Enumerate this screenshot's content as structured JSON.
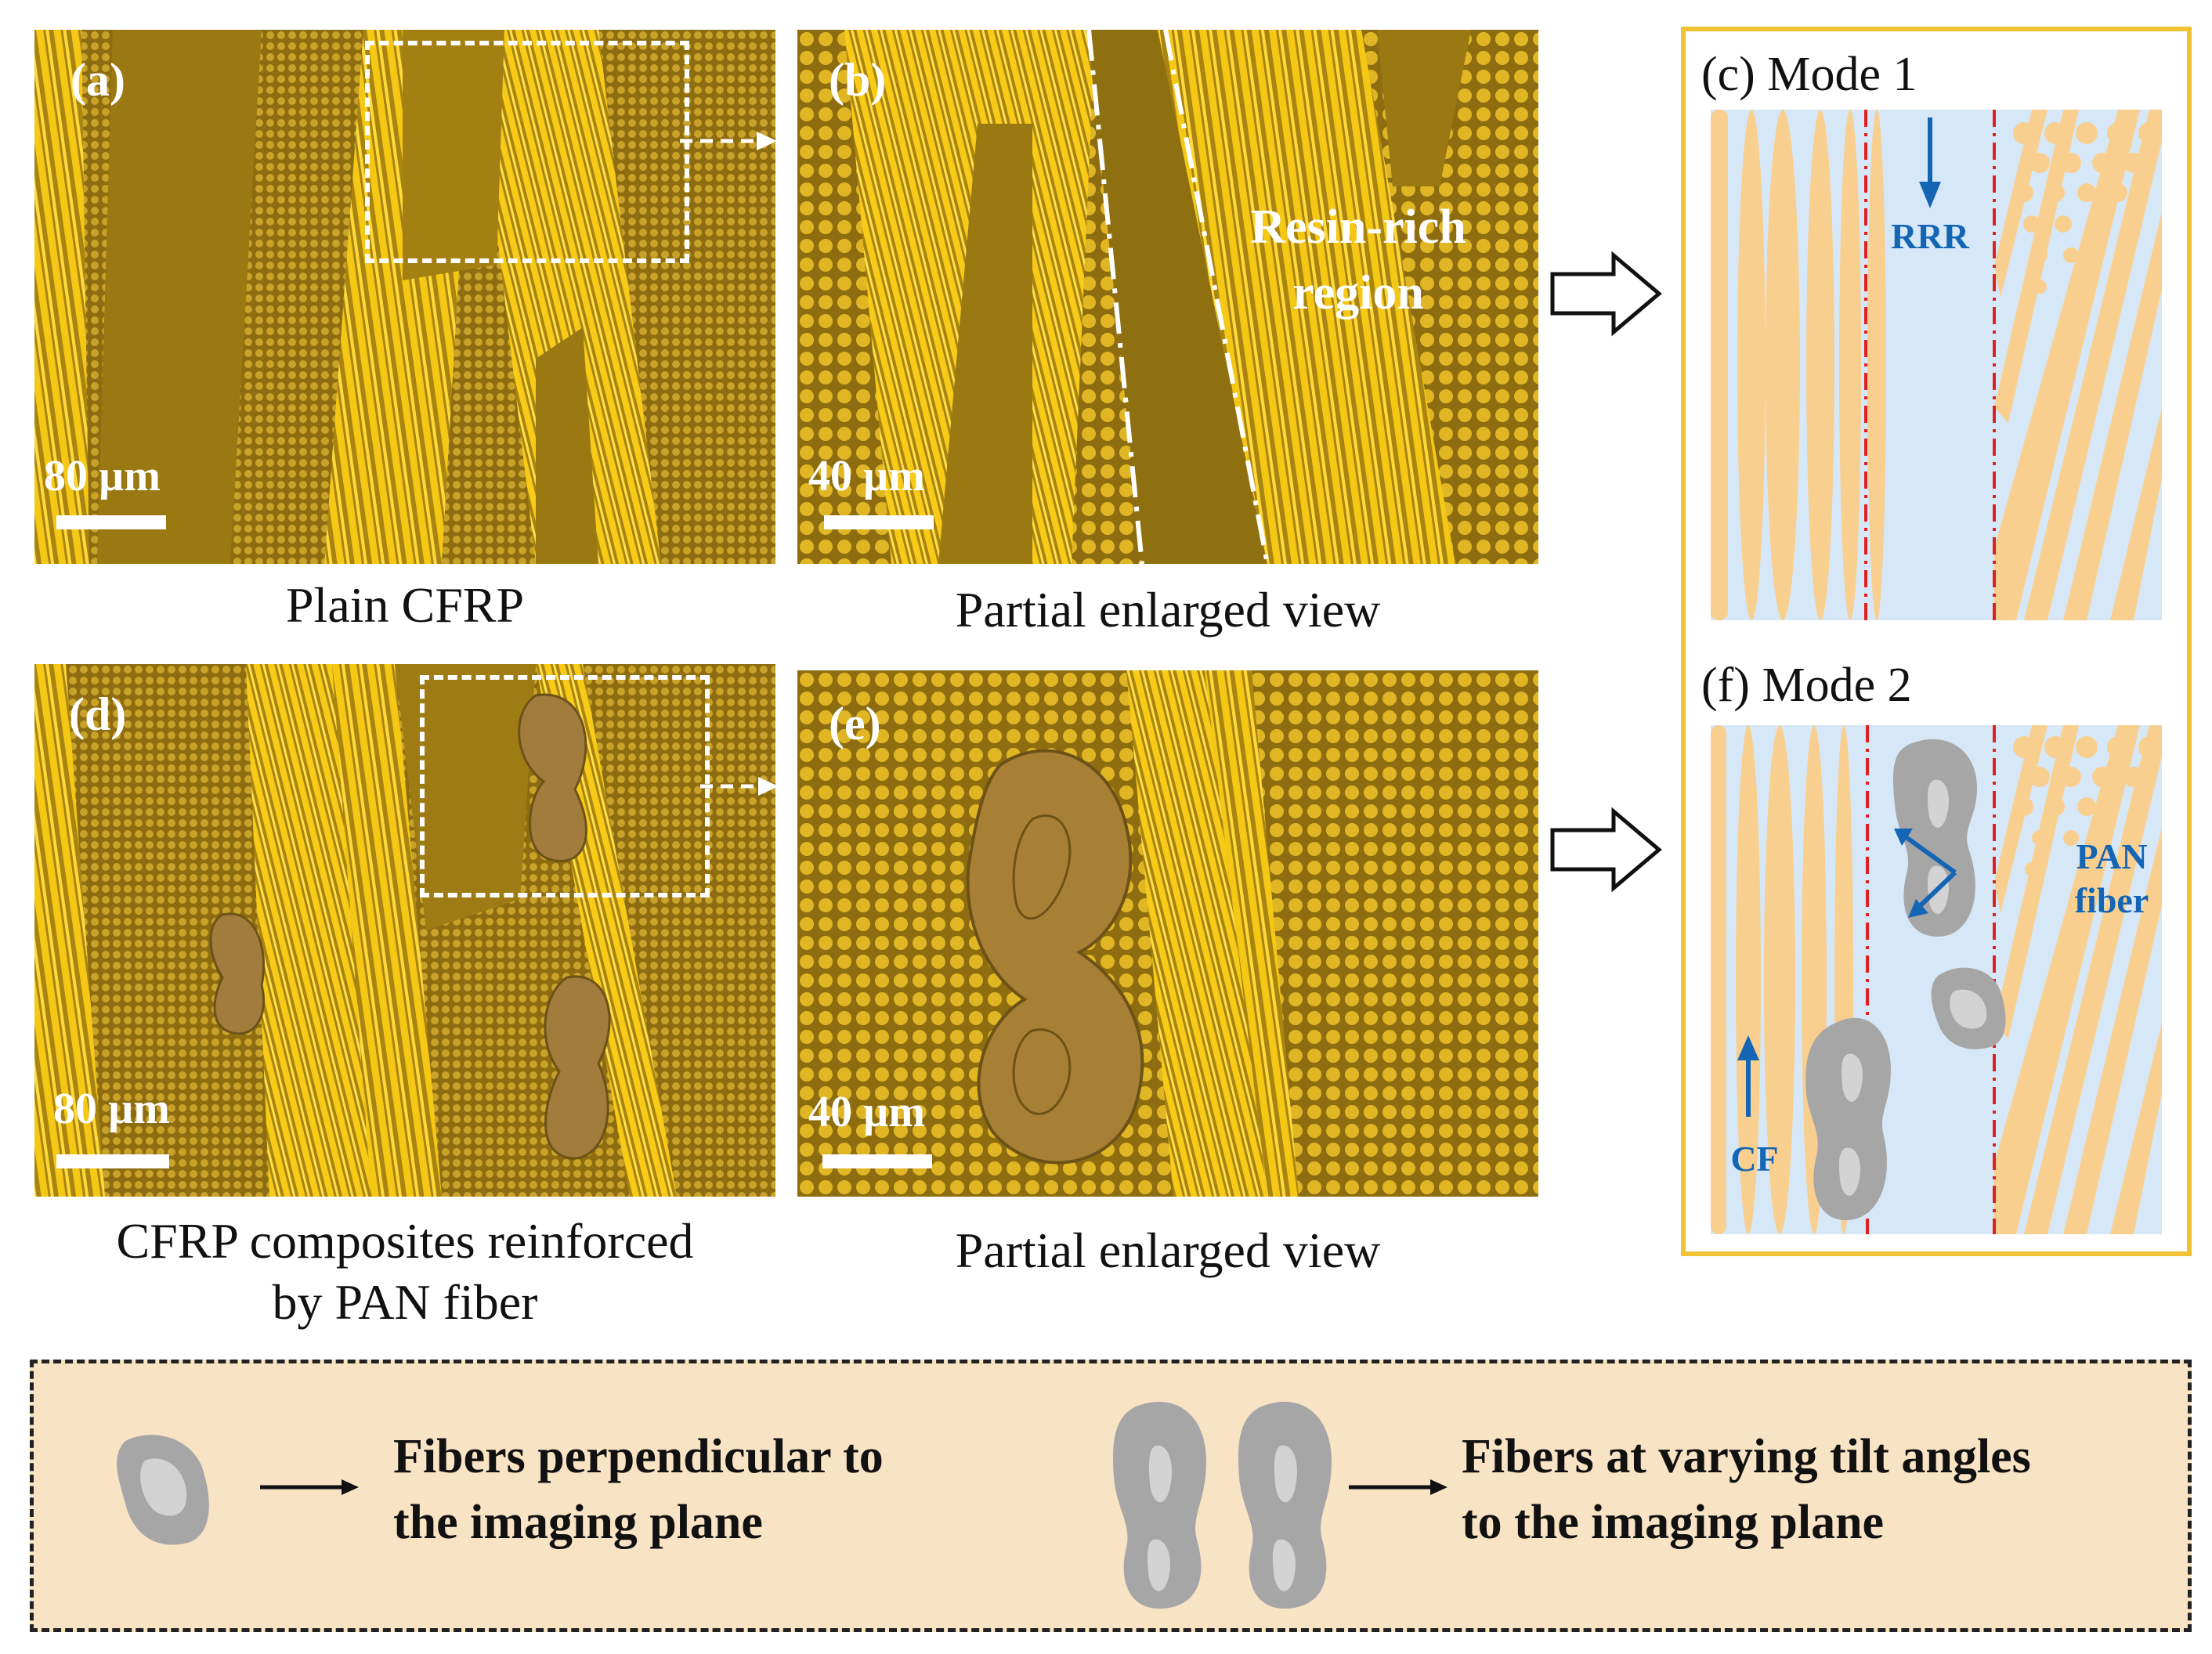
{
  "panels": {
    "a": {
      "tag": "(a)",
      "scale": "80 µm",
      "caption": "Plain CFRP"
    },
    "b": {
      "tag": "(b)",
      "scale": "40 µm",
      "caption": "Partial  enlarged view",
      "annotation_line1": "Resin-rich",
      "annotation_line2": "region"
    },
    "c": {
      "title": "(c) Mode 1",
      "label": "RRR"
    },
    "d": {
      "tag": "(d)",
      "scale": "80 µm",
      "caption_line1": "CFRP composites reinforced",
      "caption_line2": "by PAN fiber"
    },
    "e": {
      "tag": "(e)",
      "scale": "40 µm",
      "caption": "Partial  enlarged view"
    },
    "f": {
      "title": "(f) Mode 2",
      "pan_line1": "PAN",
      "pan_line2": "fiber",
      "cf_label": "CF"
    }
  },
  "legend": {
    "item1_line1": "Fibers perpendicular to",
    "item1_line2": "the imaging plane",
    "item2_line1": "Fibers at varying tilt angles",
    "item2_line2": "to the imaging plane"
  },
  "colors": {
    "micrograph_base": "#9b7a14",
    "fiber_bright": "#f2c418",
    "schematic_fiber": "#f9cf90",
    "resin_blue": "#d6e8f7",
    "frame_gold": "#f1c232",
    "divider_red": "#e02020",
    "label_blue": "#1565b5",
    "legend_bg": "#f9e3c5"
  }
}
